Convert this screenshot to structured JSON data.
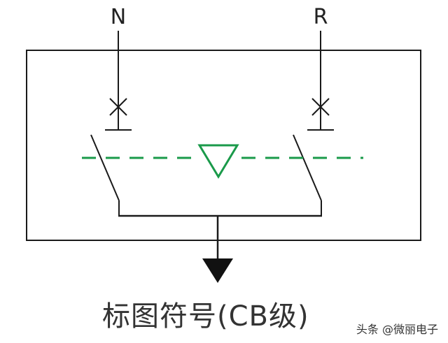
{
  "terminals": {
    "left": "N",
    "right": "R"
  },
  "caption": "标图符号(CB级)",
  "watermark": "头条 @微丽电子",
  "colors": {
    "line": "#1a1a1a",
    "indicator": "#1a9a4a",
    "background": "#ffffff"
  }
}
